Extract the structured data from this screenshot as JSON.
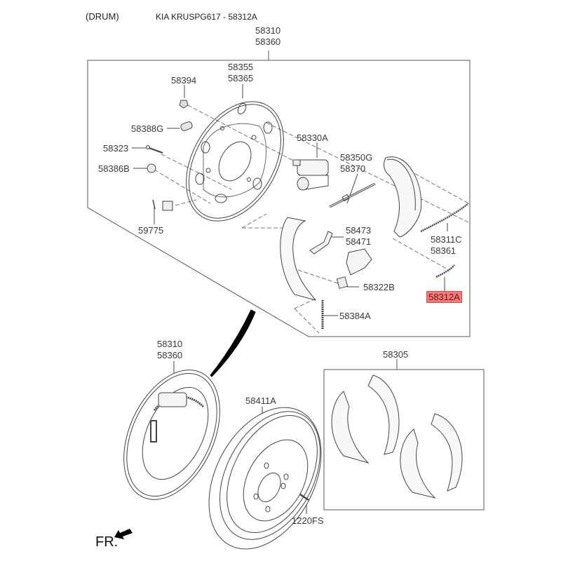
{
  "header": {
    "variant": "(DRUM)",
    "title": "KIA KRUSPG617 - 58312A"
  },
  "highlight_color": "#f27c7c",
  "assembly_top": {
    "labels": [
      "58310",
      "58360"
    ]
  },
  "parts": {
    "backing_plate": [
      "58355",
      "58365"
    ],
    "bolt": "58394",
    "plug": "58388G",
    "pin": "58323",
    "cap": "58386B",
    "bushing_pin": "59775",
    "wheel_cylinder": "58330A",
    "adjuster": [
      "58350G",
      "58370"
    ],
    "lever": [
      "58473",
      "58471"
    ],
    "clip": "58322B",
    "spring_lower": "58384A",
    "spring_upper": [
      "58311C",
      "58361"
    ],
    "spring_selected": "58312A"
  },
  "assembly_bottom": {
    "labels": [
      "58310",
      "58360"
    ]
  },
  "drum": "58411A",
  "drum_bolt": "1220FS",
  "shoe_kit": "58305",
  "direction": {
    "label": "FR.",
    "icon": "arrow-front-icon"
  }
}
